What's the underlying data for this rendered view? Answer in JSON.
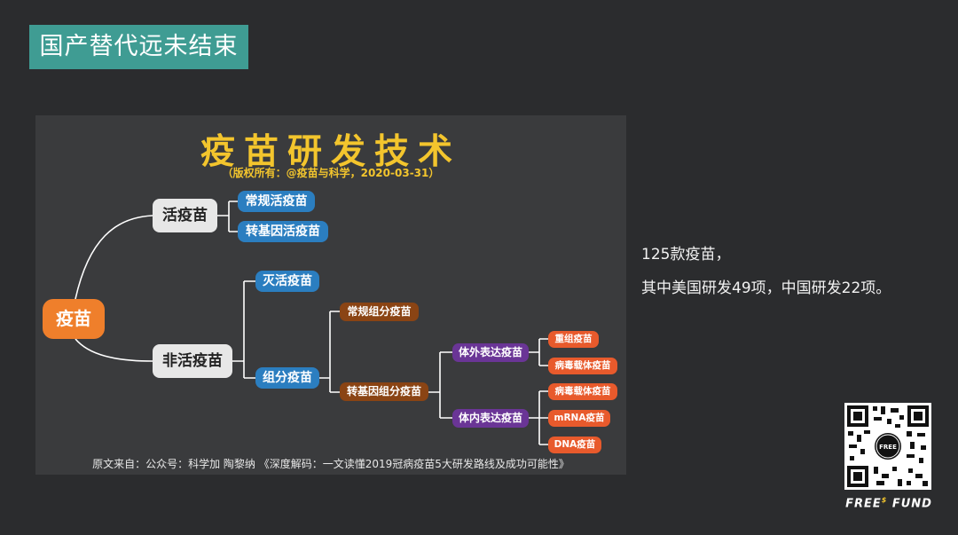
{
  "slide": {
    "title": "国产替代远未结束",
    "side_text": [
      "125款疫苗，",
      "其中美国研发49项，中国研发22项。"
    ],
    "brand": {
      "left": "FREE",
      "sup": "$",
      "right": "FUND"
    },
    "qr_badge": "FREE"
  },
  "mindmap": {
    "title": "疫苗研发技术",
    "subtitle": "（版权所有：@疫苗与科学，2020-03-31）",
    "source": "原文来自：公众号：科学加 陶黎纳 《深度解码：一文读懂2019冠病疫苗5大研发路线及成功可能性》",
    "root": "疫苗",
    "live": {
      "label": "活疫苗",
      "children": [
        "常规活疫苗",
        "转基因活疫苗"
      ]
    },
    "non_live": {
      "label": "非活疫苗",
      "inactivated": "灭活疫苗",
      "subunit": {
        "label": "组分疫苗",
        "conventional": "常规组分疫苗",
        "transgenic": {
          "label": "转基因组分疫苗",
          "in_vitro": {
            "label": "体外表达疫苗",
            "children": [
              "重组疫苗",
              "病毒载体疫苗"
            ]
          },
          "in_vivo": {
            "label": "体内表达疫苗",
            "children": [
              "病毒载体疫苗",
              "mRNA疫苗",
              "DNA疫苗"
            ]
          }
        }
      }
    }
  },
  "colors": {
    "accent": "#3f9c93",
    "title_yellow": "#f3c52d",
    "root": "#ef7f2b",
    "blue": "#2b7ec0",
    "brown": "#8a4414",
    "purple": "#6a3596",
    "red": "#e85a2c"
  }
}
